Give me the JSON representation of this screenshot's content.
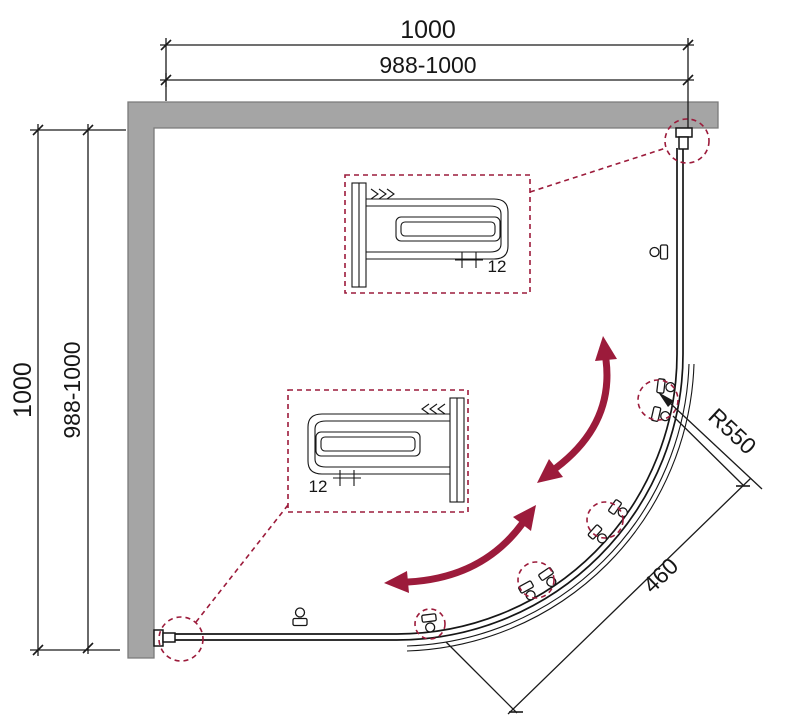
{
  "dims": {
    "top_outer": "1000",
    "top_inner": "988-1000",
    "left_outer": "1000",
    "left_inner": "988-1000",
    "radius": "R550",
    "opening": "460",
    "detail_top": "12",
    "detail_bottom": "12"
  },
  "colors": {
    "wall": "#a5a5a5",
    "wall_edge": "#7a7a7a",
    "line": "#1a1a1a",
    "accent": "#9c1b3b",
    "background": "#ffffff"
  }
}
